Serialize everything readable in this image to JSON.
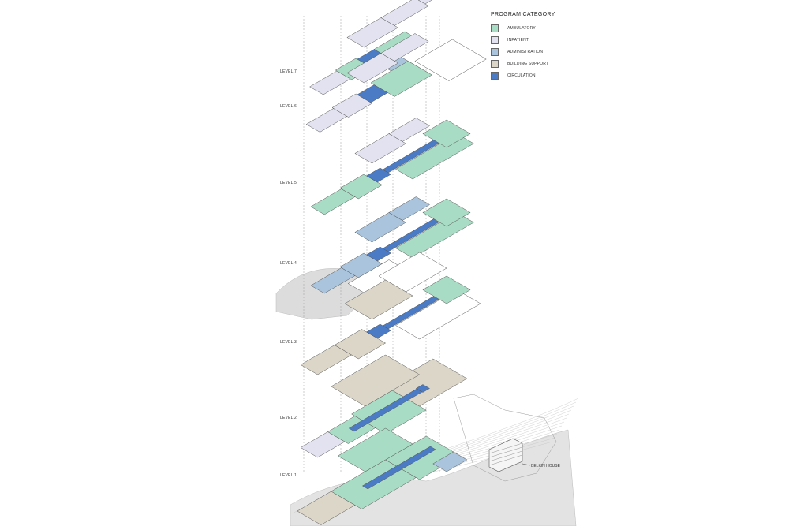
{
  "legend": {
    "title": "PROGRAM CATEGORY",
    "items": [
      {
        "label": "AMBULATORY",
        "color": "#a9dcc4"
      },
      {
        "label": "INPATIENT",
        "color": "#e2e2f0"
      },
      {
        "label": "ADMINISTRATION",
        "color": "#a9c4dc"
      },
      {
        "label": "BUILDING SUPPORT",
        "color": "#dcd6c9"
      },
      {
        "label": "CIRCULATION",
        "color": "#4a7bc4"
      }
    ]
  },
  "levels": [
    {
      "label": "LEVEL 7"
    },
    {
      "label": "LEVEL 6"
    },
    {
      "label": "LEVEL 5"
    },
    {
      "label": "LEVEL 4"
    },
    {
      "label": "LEVEL 3"
    },
    {
      "label": "LEVEL 2"
    },
    {
      "label": "LEVEL 1"
    }
  ],
  "callouts": {
    "building": "BELKIN HOUSE"
  },
  "colors": {
    "ambulatory": "#a9dcc4",
    "inpatient": "#e2e2f0",
    "administration": "#a9c4dc",
    "support": "#dcd6c9",
    "circulation": "#4a7bc4",
    "terrain": "#d8d8d8",
    "line": "#555555"
  }
}
